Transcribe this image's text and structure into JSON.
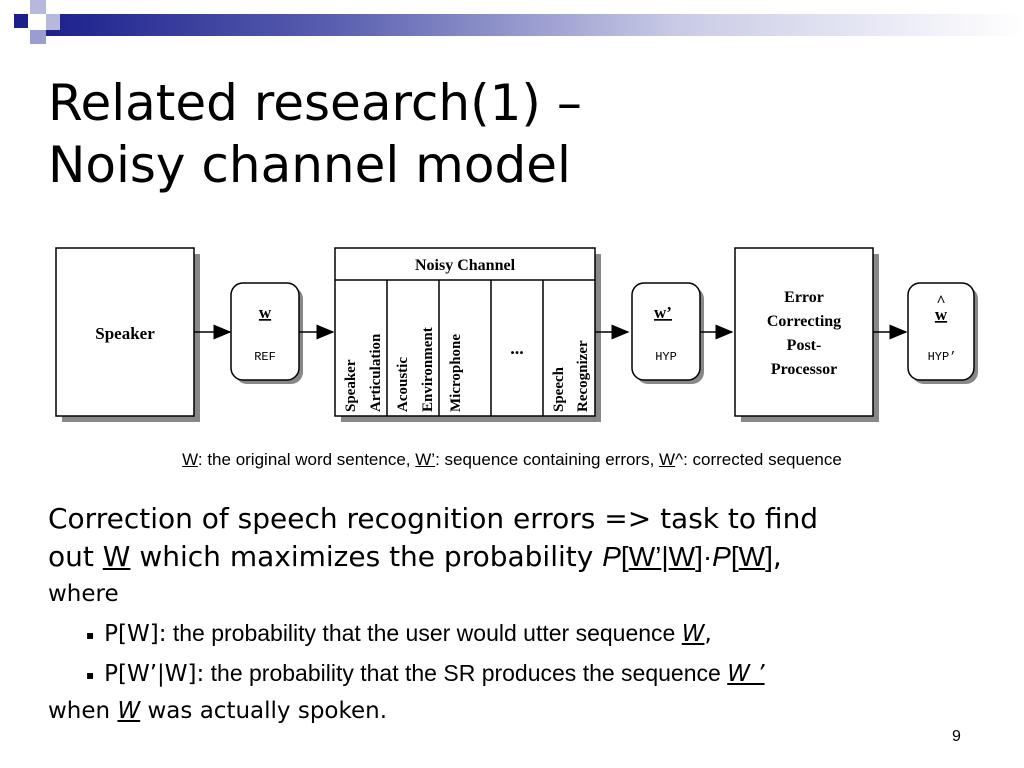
{
  "slide": {
    "title_line1": "Related research(1) –",
    "title_line2": "Noisy channel model",
    "page_number": "9"
  },
  "diagram": {
    "speaker": "Speaker",
    "w_label": "w",
    "ref_label": "REF",
    "channel_title": "Noisy Channel",
    "channel_col1_a": "Speaker",
    "channel_col1_b": "Articulation",
    "channel_col2_a": "Acoustic",
    "channel_col2_b": "Environment",
    "channel_col3": "Microphone",
    "channel_col4": "...",
    "channel_col5_a": "Speech",
    "channel_col5_b": "Recognizer",
    "wprime_label": "w’",
    "hyp_label": "HYP",
    "ecp_line1": "Error",
    "ecp_line2": "Correcting",
    "ecp_line3": "Post-",
    "ecp_line4": "Processor",
    "what_label": "w",
    "hyp_prime_label": "HYP’"
  },
  "caption": {
    "w1": "W",
    "t1": ": the original word sentence, ",
    "w2": "W’",
    "t2": ": sequence containing errors, ",
    "w3": "W",
    "t3": "^: corrected sequence"
  },
  "body": {
    "line1": "Correction of speech recognition errors => task to find",
    "line2_a": "out ",
    "line2_w": "W",
    "line2_b": " which maximizes the probability ",
    "p1": "P",
    "f1": "[",
    "f2": "W’",
    "f3": "|",
    "f4": "W",
    "f5": "]·",
    "p2": "P",
    "f6": "[",
    "f7": "W",
    "f8": "]",
    "comma": ",",
    "where": "where",
    "bullet_symbol": "▪",
    "b1_formula": "P[W]:",
    "b1_text": " the probability that the user would utter sequence ",
    "b1_w": "W",
    "b1_end": ",",
    "b2_formula": "P[W’|W]:",
    "b2_text": " the probability that the SR produces the sequence ",
    "b2_w": "W ’",
    "tail_a": "when ",
    "tail_w": "W",
    "tail_b": " was actually spoken."
  },
  "colors": {
    "accent_dark": "#1a1f8c",
    "accent_light": "#9a9dd0"
  }
}
